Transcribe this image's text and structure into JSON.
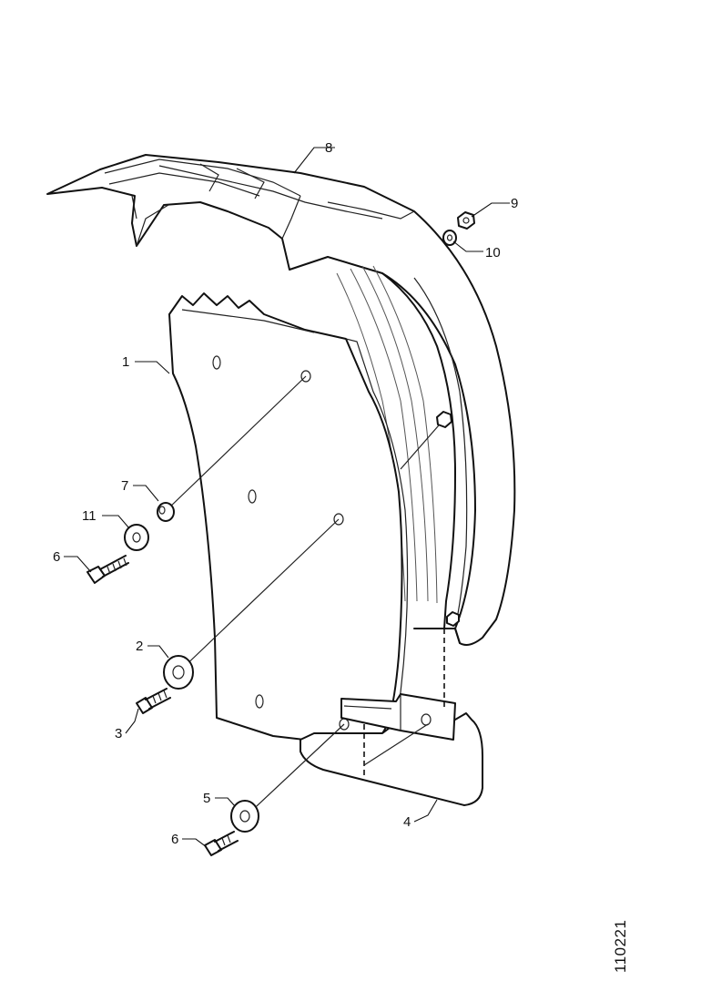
{
  "callouts": {
    "p1": "1",
    "p2": "2",
    "p3": "3",
    "p4": "4",
    "p5": "5",
    "p6a": "6",
    "p6b": "6",
    "p7": "7",
    "p8": "8",
    "p9": "9",
    "p10": "10",
    "p11": "11"
  },
  "reference_code": "110221"
}
